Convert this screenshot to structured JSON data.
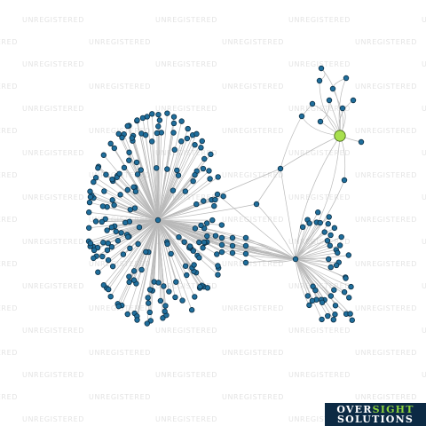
{
  "watermark": {
    "text": "UNREGISTERED"
  },
  "logo": {
    "word1": "OVER",
    "word2": "SIGHT",
    "line2": "SOLUTIONS"
  },
  "colors": {
    "node_fill": "#1f6e9c",
    "node_stroke": "#0d2f45",
    "highlight_fill": "#a8e04e",
    "highlight_stroke": "#3a5a10",
    "edge": "#b9b9b9",
    "watermark": "#e4e4e4",
    "logo_bg": "#0c2a44",
    "logo_accent": "#8bd23c"
  },
  "graph": {
    "type": "network",
    "highlight_node": "focus-entity",
    "node_counts": {
      "hub_a_leaves": 190,
      "hub_b_leaves": 45,
      "bridge_nodes": 12,
      "upper_cluster": 12
    }
  }
}
